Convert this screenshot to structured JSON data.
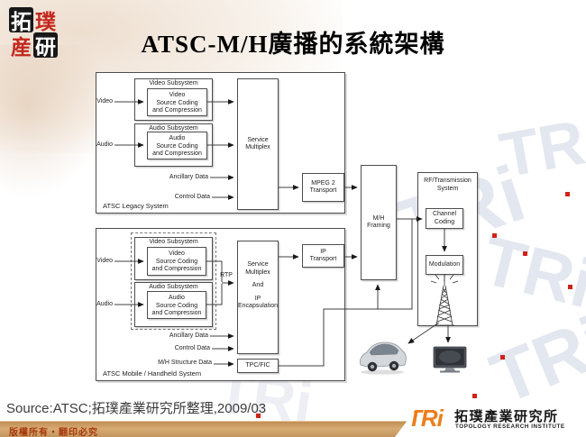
{
  "slide": {
    "title": "ATSC-M/H廣播的系統架構",
    "source_line": "Source:ATSC;拓璞產業研究所整理,2009/03",
    "copyright_notice": "版權所有‧翻印必究"
  },
  "stamp_logo": {
    "chars": [
      "拓",
      "璞",
      "産",
      "研"
    ]
  },
  "tri_logo": {
    "wordmark": "TRi",
    "name_zh": "拓璞產業研究所",
    "name_en": "TOPOLOGY RESEARCH INSTITUTE"
  },
  "watermark": {
    "items": [
      "TRi",
      "TRi",
      "TR",
      "TRi",
      "TRi"
    ]
  },
  "diagram": {
    "legacy": {
      "system_label": "ATSC Legacy System",
      "video_input": "Video",
      "audio_input": "Audio",
      "ancillary_input": "Ancillary Data",
      "control_input": "Control Data",
      "video_subsystem_title": "Video Subsystem",
      "video_box_lines": [
        "Video",
        "Source Coding",
        "and Compression"
      ],
      "audio_subsystem_title": "Audio Subsystem",
      "audio_box_lines": [
        "Audio",
        "Source Coding",
        "and Compression"
      ],
      "service_multiplex_lines": [
        "Service",
        "Multiplex"
      ],
      "mpeg2_lines": [
        "MPEG 2",
        "Transport"
      ]
    },
    "mobile": {
      "system_label": "ATSC Mobile / Handheld System",
      "video_input": "Video",
      "audio_input": "Audio",
      "ancillary_input": "Ancillary Data",
      "control_input": "Control Data",
      "mh_structure_input": "M/H Structure Data",
      "video_subsystem_title": "Video Subsystem",
      "video_box_lines": [
        "Video",
        "Source Coding",
        "and Compression"
      ],
      "audio_subsystem_title": "Audio Subsystem",
      "audio_box_lines": [
        "Audio",
        "Source Coding",
        "and Compression"
      ],
      "rtp_label": "RTP",
      "service_mux_lines": [
        "Service",
        "Multiplex",
        "And",
        "IP",
        "Encapsulation"
      ],
      "tpc_fic_label": "TPC/FIC",
      "ip_transport_lines": [
        "IP",
        "Transport"
      ]
    },
    "shared": {
      "mh_framing_lines": [
        "M/H",
        "Framing"
      ],
      "rf_system_lines": [
        "RF/Transmission",
        "System"
      ],
      "channel_coding_lines": [
        "Channel",
        "Coding"
      ],
      "modulation_label": "Modulation"
    }
  },
  "colors": {
    "bar_tan": "#c99a62",
    "tri_orange": "#ed7d18",
    "stamp_red": "#c4271d",
    "copyright_red": "#a8380f",
    "box_border": "#4d4d4d",
    "watermark_gray": "#e3e7f0",
    "watermark_red_dot": "#cf2318"
  }
}
